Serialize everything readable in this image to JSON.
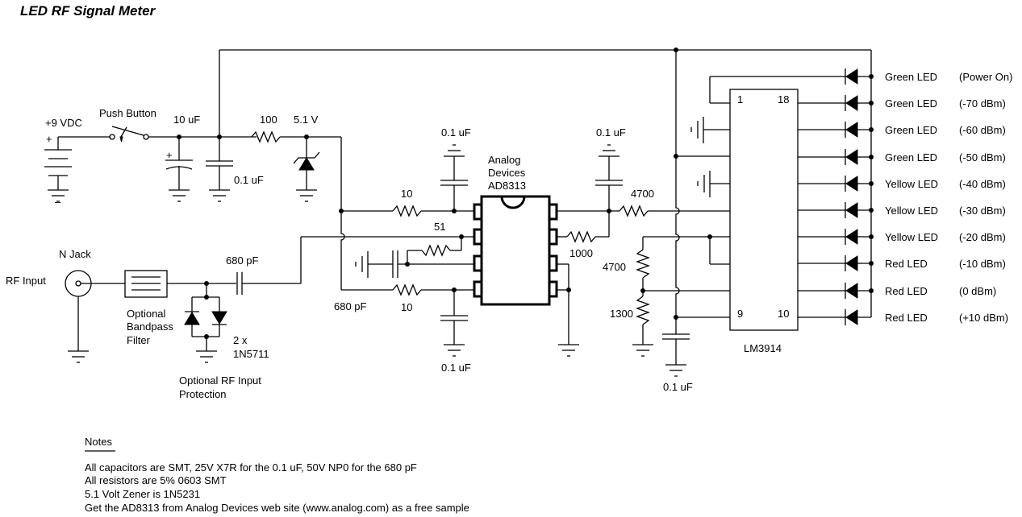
{
  "title": "LED RF Signal Meter",
  "power": {
    "supply_label": "+9 VDC",
    "switch_label": "Push Button",
    "electrolytic_label": "10 uF",
    "bypass_label": "0.1 uF",
    "resistor_label": "100",
    "zener_label": "5.1 V",
    "plus": "+",
    "minus": "–"
  },
  "input": {
    "rf_input_label": "RF Input",
    "connector_label": "N Jack",
    "filter_label_lines": [
      "Optional",
      "Bandpass",
      "Filter"
    ],
    "coupling_cap_label": "680 pF",
    "diode_label_lines": [
      "2 x",
      "1N5711"
    ],
    "protection_label_lines": [
      "Optional RF Input",
      "Protection"
    ]
  },
  "detector": {
    "chip_label_lines": [
      "Analog",
      "Devices",
      "AD8313"
    ],
    "r_top_label": "10",
    "r_bottom_label": "10",
    "r_input_label": "51",
    "cap_top_label": "0.1 uF",
    "cap_bottom_label": "0.1 uF",
    "cap_input_label": "680 pF",
    "r_out_label": "1000",
    "cap_out_label": "0.1 uF",
    "r_series_label": "4700"
  },
  "driver": {
    "chip_label": "LM3914",
    "pin_1": "1",
    "pin_18": "18",
    "pin_9": "9",
    "pin_10": "10",
    "r_upper_label": "4700",
    "r_lower_label": "1300",
    "cap_label": "0.1 uF"
  },
  "leds": [
    {
      "name": "Green LED",
      "level": "(Power On)"
    },
    {
      "name": "Green LED",
      "level": "(-70 dBm)"
    },
    {
      "name": "Green LED",
      "level": "(-60 dBm)"
    },
    {
      "name": "Green LED",
      "level": "(-50 dBm)"
    },
    {
      "name": "Yellow LED",
      "level": "(-40 dBm)"
    },
    {
      "name": "Yellow LED",
      "level": "(-30 dBm)"
    },
    {
      "name": "Yellow LED",
      "level": "(-20 dBm)"
    },
    {
      "name": "Red LED",
      "level": "(-10 dBm)"
    },
    {
      "name": "Red LED",
      "level": "(0 dBm)"
    },
    {
      "name": "Red LED",
      "level": "(+10 dBm)"
    }
  ],
  "notes": {
    "heading": "Notes",
    "lines": [
      "All capacitors are SMT, 25V X7R for the 0.1 uF, 50V NP0 for the 680 pF",
      "All resistors are 5% 0603 SMT",
      "5.1 Volt Zener is 1N5231",
      "Get the AD8313 from Analog Devices web site (www.analog.com) as a free sample"
    ]
  }
}
